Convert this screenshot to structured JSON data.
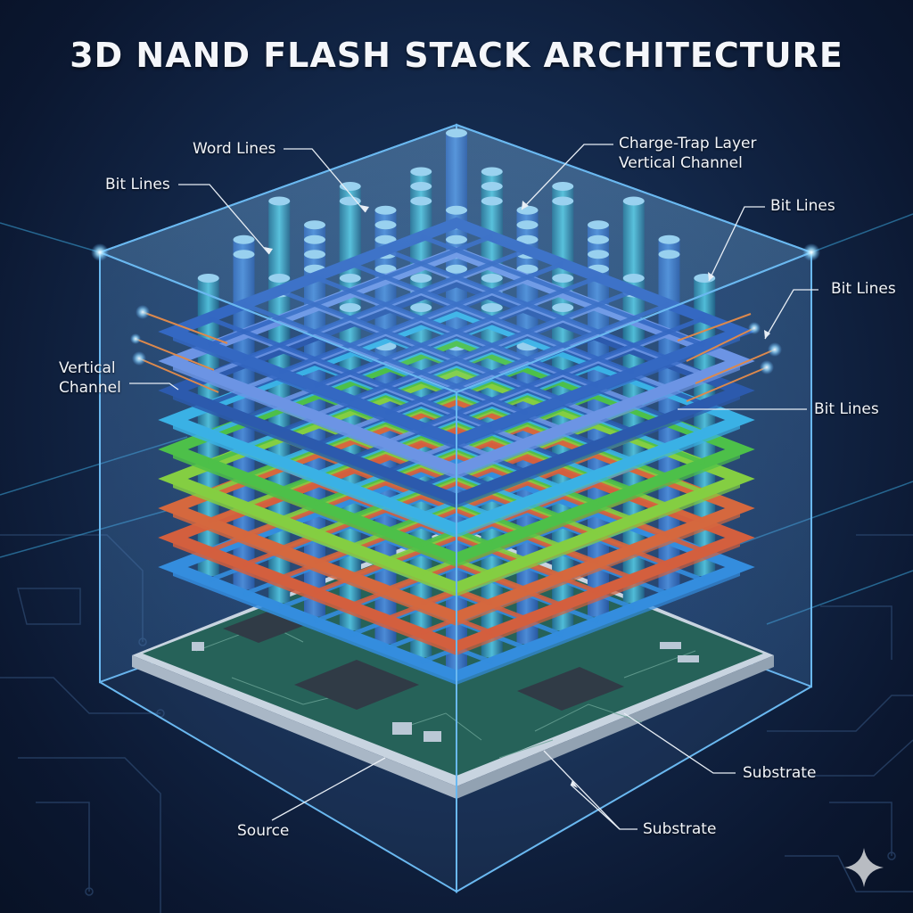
{
  "title": "3D NAND FLASH STACK ARCHITECTURE",
  "labels": {
    "word_lines": "Word Lines",
    "bit_lines_top_left": "Bit Lines",
    "charge_trap_line1": "Charge-Trap Layer",
    "charge_trap_line2": "Vertical Channel",
    "bit_lines_top_right": "Bit Lines",
    "bit_lines_right_upper": "Bit Lines",
    "bit_lines_right_lower": "Bit Lines",
    "vertical_channel_line1": "Vertical",
    "vertical_channel_line2": "Channel",
    "substrate_right": "Substrate",
    "substrate_bottom": "Substrate",
    "source": "Source"
  },
  "layers": [
    {
      "name": "word-line-layer-1",
      "color": "#2f62c0"
    },
    {
      "name": "word-line-layer-2",
      "color": "#6f95e6"
    },
    {
      "name": "word-line-layer-3",
      "color": "#2653a8"
    },
    {
      "name": "word-line-layer-4",
      "color": "#36b6e8"
    },
    {
      "name": "word-line-layer-5",
      "color": "#4cc736"
    },
    {
      "name": "word-line-layer-6",
      "color": "#8ad62e"
    },
    {
      "name": "word-line-layer-7",
      "color": "#e6622a"
    },
    {
      "name": "word-line-layer-8",
      "color": "#e4582a"
    },
    {
      "name": "word-line-layer-9",
      "color": "#2f8ce0"
    }
  ],
  "colors": {
    "cube_edge": "#6ab8f0",
    "pillar": "#3a78c8",
    "pillar_top": "#9fd6f0",
    "pcb": "#1f5c48",
    "bit_line_wire": "#f0883a"
  },
  "icons": {
    "watermark": "sparkle-icon"
  }
}
